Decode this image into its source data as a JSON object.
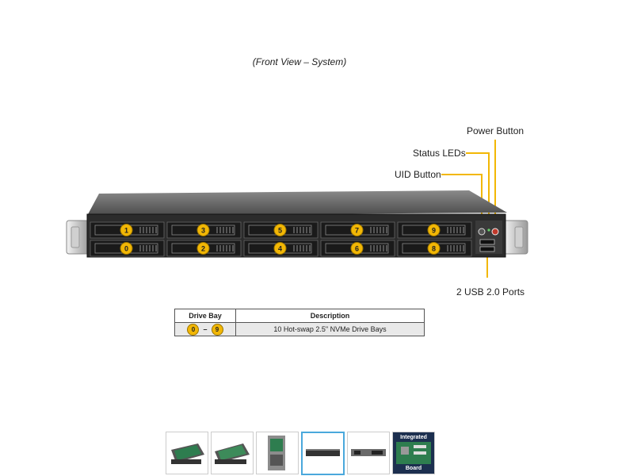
{
  "caption": "(Front View – System)",
  "callouts": {
    "power_button": "Power Button",
    "status_leds": "Status LEDs",
    "uid_button": "UID Button",
    "usb_ports": "2 USB 2.0 Ports"
  },
  "drive_bays": {
    "top_row": [
      "1",
      "3",
      "5",
      "7",
      "9"
    ],
    "bottom_row": [
      "0",
      "2",
      "4",
      "6",
      "8"
    ]
  },
  "table": {
    "headers": [
      "Drive Bay",
      "Description"
    ],
    "rows": [
      {
        "bay_from": "0",
        "bay_sep": "–",
        "bay_to": "9",
        "description": "10 Hot-swap 2.5\" NVMe Drive Bays"
      }
    ]
  },
  "thumbnails": [
    {
      "name": "chassis-top-angle-1"
    },
    {
      "name": "chassis-top-angle-2"
    },
    {
      "name": "chassis-top-open"
    },
    {
      "name": "front-view",
      "active": true
    },
    {
      "name": "rear-view"
    },
    {
      "name": "integrated-board",
      "label_top": "Integrated",
      "label_bottom": "Board"
    }
  ],
  "colors": {
    "accent_yellow": "#f2b705",
    "active_thumb_border": "#4aa8dc",
    "chassis": "#2b2b2b"
  }
}
